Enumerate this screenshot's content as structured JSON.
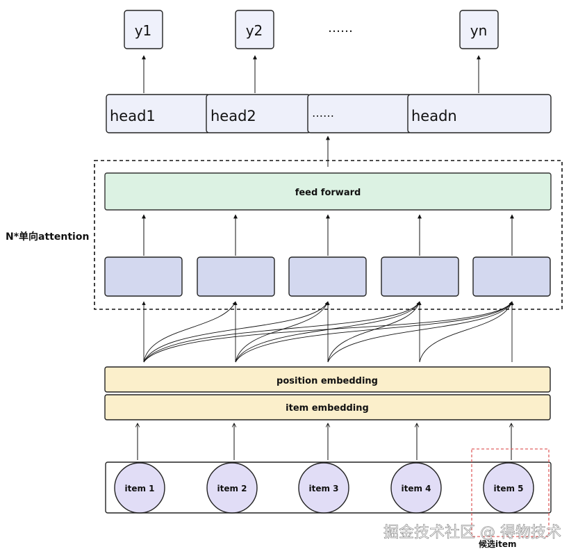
{
  "outputs": [
    "y1",
    "y2",
    "……",
    "yn"
  ],
  "heads": [
    "head1",
    "head2",
    "……",
    "headn"
  ],
  "attention_block": {
    "label": "N*单向attention",
    "feed_forward": "feed forward"
  },
  "embeddings": {
    "position": "position  embedding",
    "item": "item  embedding"
  },
  "items": [
    "item 1",
    "item 2",
    "item 3",
    "item 4",
    "item 5"
  ],
  "candidate_label": "候选item",
  "watermark": "掘金技术社区 @ 得物技术",
  "colors": {
    "output_fill": "#eff1fb",
    "head_fill": "#eef0fa",
    "ff_fill": "#dcf2e3",
    "ff_stroke": "#333333",
    "attn_box_fill": "#d3d8ef",
    "embed_fill": "#fbefcb",
    "item_fill": "#e1ddf6",
    "candidate_border": "#e06060"
  }
}
